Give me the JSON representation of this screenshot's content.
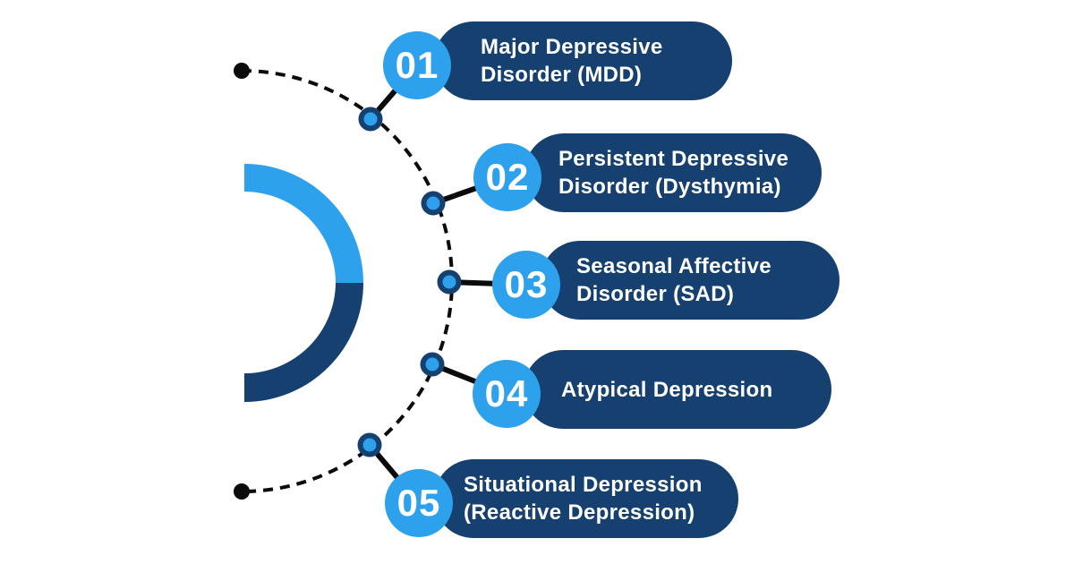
{
  "colors": {
    "light_blue": "#2DA1EC",
    "navy": "#15406F",
    "line_black": "#0B0B0B",
    "label_text": "#FFFFFF",
    "background": "#FFFFFF"
  },
  "diagram": {
    "type": "semicircle-step-infographic",
    "step_count": 5,
    "items": [
      {
        "number": "01",
        "lines": [
          "Major Depressive",
          "Disorder (MDD)"
        ]
      },
      {
        "number": "02",
        "lines": [
          "Persistent Depressive",
          "Disorder (Dysthymia)"
        ]
      },
      {
        "number": "03",
        "lines": [
          "Seasonal Affective",
          "Disorder (SAD)"
        ]
      },
      {
        "number": "04",
        "lines": [
          "Atypical Depression"
        ]
      },
      {
        "number": "05",
        "lines": [
          "Situational Depression",
          "(Reactive Depression)"
        ]
      }
    ]
  }
}
